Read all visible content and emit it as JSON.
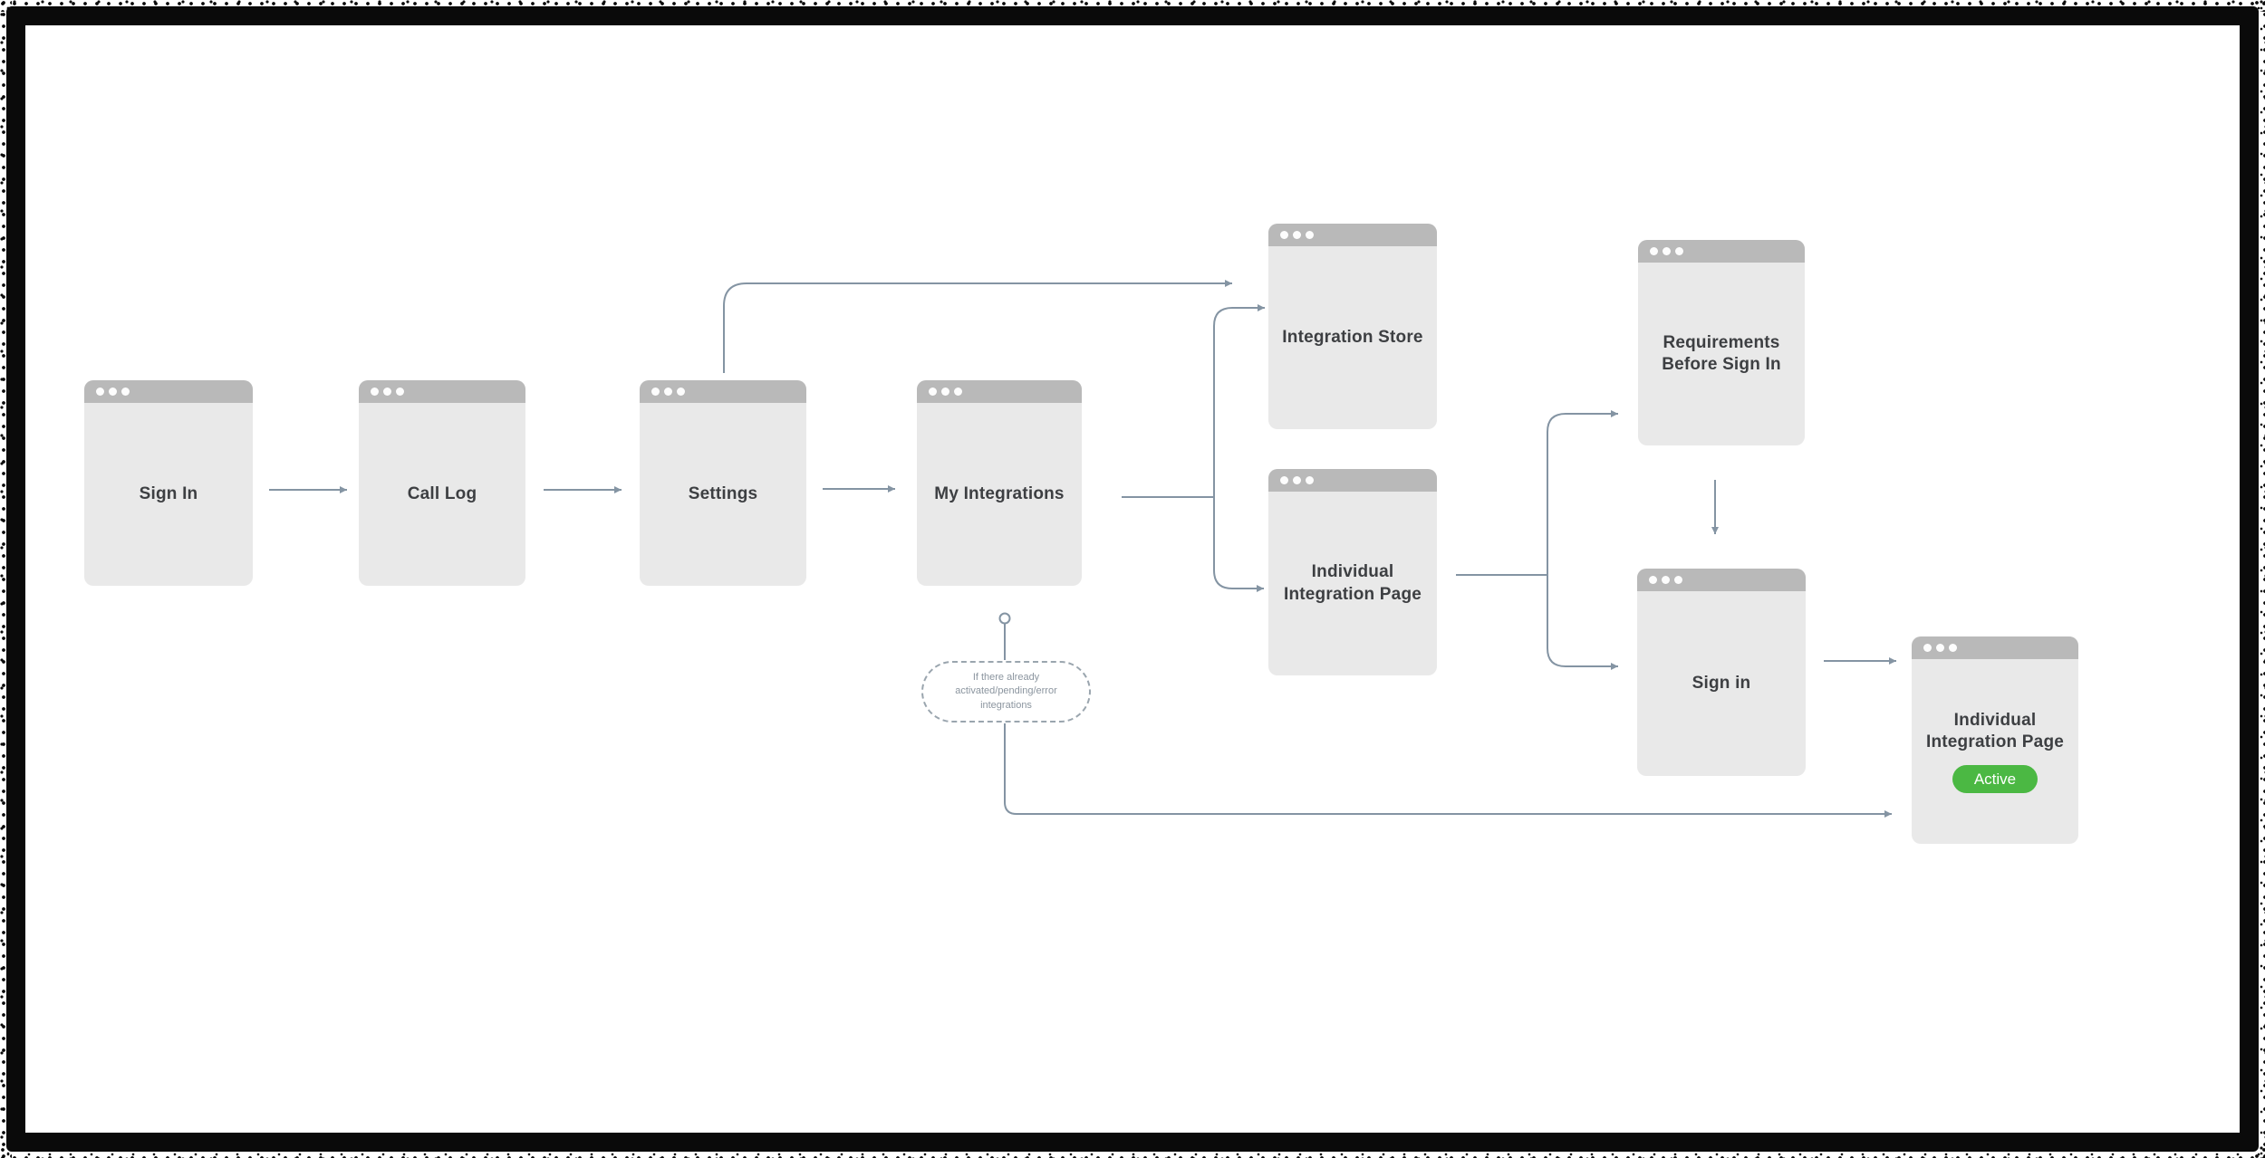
{
  "diagram": {
    "type": "flowchart",
    "description": "User flow of browser-window screens",
    "nodes": [
      {
        "id": "sign-in",
        "label": "Sign In"
      },
      {
        "id": "call-log",
        "label": "Call Log"
      },
      {
        "id": "settings",
        "label": "Settings"
      },
      {
        "id": "my-integrations",
        "label": "My Integrations"
      },
      {
        "id": "integration-store",
        "label": "Integration Store"
      },
      {
        "id": "individual-integration-page",
        "label": "Individual\nIntegration Page"
      },
      {
        "id": "requirements-before-sign-in",
        "label": "Requirements\nBefore Sign In"
      },
      {
        "id": "sign-in-page",
        "label": "Sign in"
      },
      {
        "id": "individual-integration-page-active",
        "label": "Individual\nIntegration Page",
        "badge": "Active"
      }
    ],
    "edges": [
      {
        "from": "sign-in",
        "to": "call-log"
      },
      {
        "from": "call-log",
        "to": "settings"
      },
      {
        "from": "settings",
        "to": "my-integrations"
      },
      {
        "from": "settings",
        "to": "integration-store"
      },
      {
        "from": "my-integrations",
        "to": "integration-store"
      },
      {
        "from": "my-integrations",
        "to": "individual-integration-page"
      },
      {
        "from": "individual-integration-page",
        "to": "requirements-before-sign-in"
      },
      {
        "from": "individual-integration-page",
        "to": "sign-in-page"
      },
      {
        "from": "requirements-before-sign-in",
        "to": "sign-in-page"
      },
      {
        "from": "sign-in-page",
        "to": "individual-integration-page-active"
      },
      {
        "from": "my-integrations",
        "to": "individual-integration-page-active",
        "condition": "If there already activated/pending/error integrations"
      }
    ],
    "note": {
      "text": "If there already activated/pending/error integrations"
    },
    "icons": {
      "window_dots": "three window control dots"
    },
    "colors": {
      "window_body": "#e9e9e9",
      "window_header": "#b9b9b9",
      "window_dots": "#fdfdfd",
      "connector": "#8494a3",
      "label_text": "#3d3f42",
      "badge_bg": "#4bb843",
      "badge_text": "#ffffff",
      "note_border": "#9aa5ae",
      "note_text": "#8b959f",
      "frame": "#0a0a0a",
      "background": "#ffffff"
    }
  }
}
